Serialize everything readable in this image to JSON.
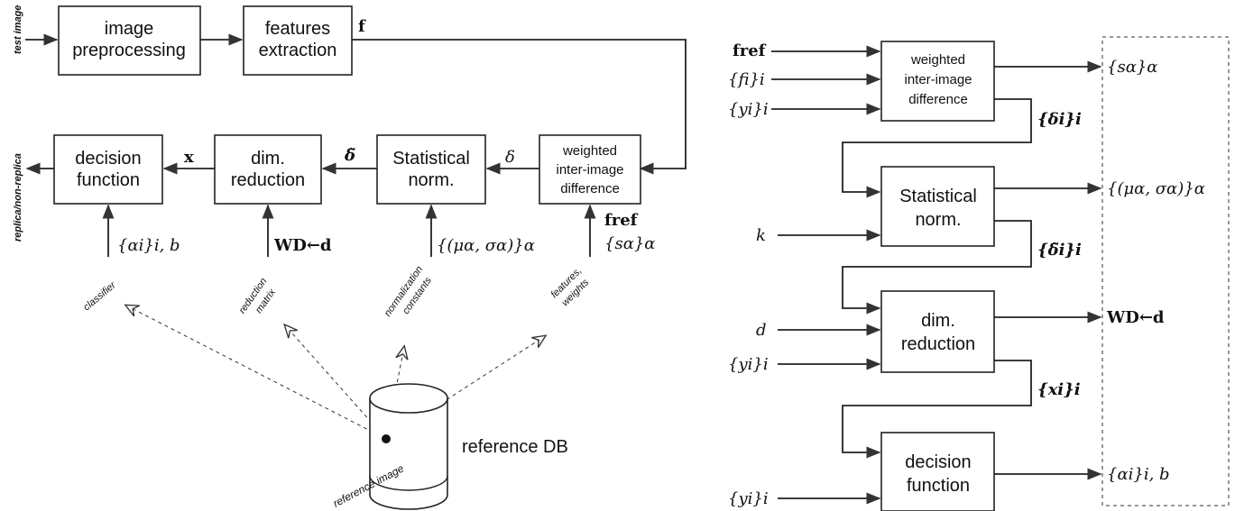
{
  "left": {
    "side_labels": {
      "test_image": "test image",
      "output": "replica/non-replica"
    },
    "boxes": {
      "preprocessing": [
        "image",
        "preprocessing"
      ],
      "features": [
        "features",
        "extraction"
      ],
      "decision": [
        "decision",
        "function"
      ],
      "dimred": [
        "dim.",
        "reduction"
      ],
      "statnorm": [
        "Statistical",
        "norm."
      ],
      "weighted": [
        "weighted",
        "inter-image",
        "difference"
      ]
    },
    "signals": {
      "f": "f",
      "x": "x",
      "delta_tilde": "δ̃",
      "delta": "δ",
      "alpha_b": "{αi}i, b",
      "W": "WD←d",
      "mu_sigma": "{(μα, σα)}α",
      "f_ref": "fref",
      "s_alpha": "{sα}α"
    },
    "ref_labels": {
      "classifier": "classifier",
      "reduction_matrix": [
        "reduction",
        "matrix"
      ],
      "normalization": [
        "normalization",
        "constants"
      ],
      "features_weights": [
        "features,",
        "weights"
      ],
      "reference_image": "reference image",
      "reference_db": "reference DB"
    }
  },
  "right": {
    "boxes": {
      "weighted": [
        "weighted",
        "inter-image",
        "difference"
      ],
      "statnorm": [
        "Statistical",
        "norm."
      ],
      "dimred": [
        "dim.",
        "reduction"
      ],
      "decision": [
        "decision",
        "function"
      ]
    },
    "inputs": {
      "f_ref": "fref",
      "f_i": "{fi}i",
      "y_i": "{yi}i",
      "k": "k",
      "d": "d"
    },
    "outputs": {
      "s_alpha": "{sα}α",
      "mu_sigma": "{(μα, σα)}α",
      "W": "WD←d",
      "alpha_b": "{αi}i, b"
    },
    "links": {
      "delta_i": "{δi}i",
      "delta_tilde_i": "{δ̃i}i",
      "x_i": "{xi}i"
    }
  }
}
